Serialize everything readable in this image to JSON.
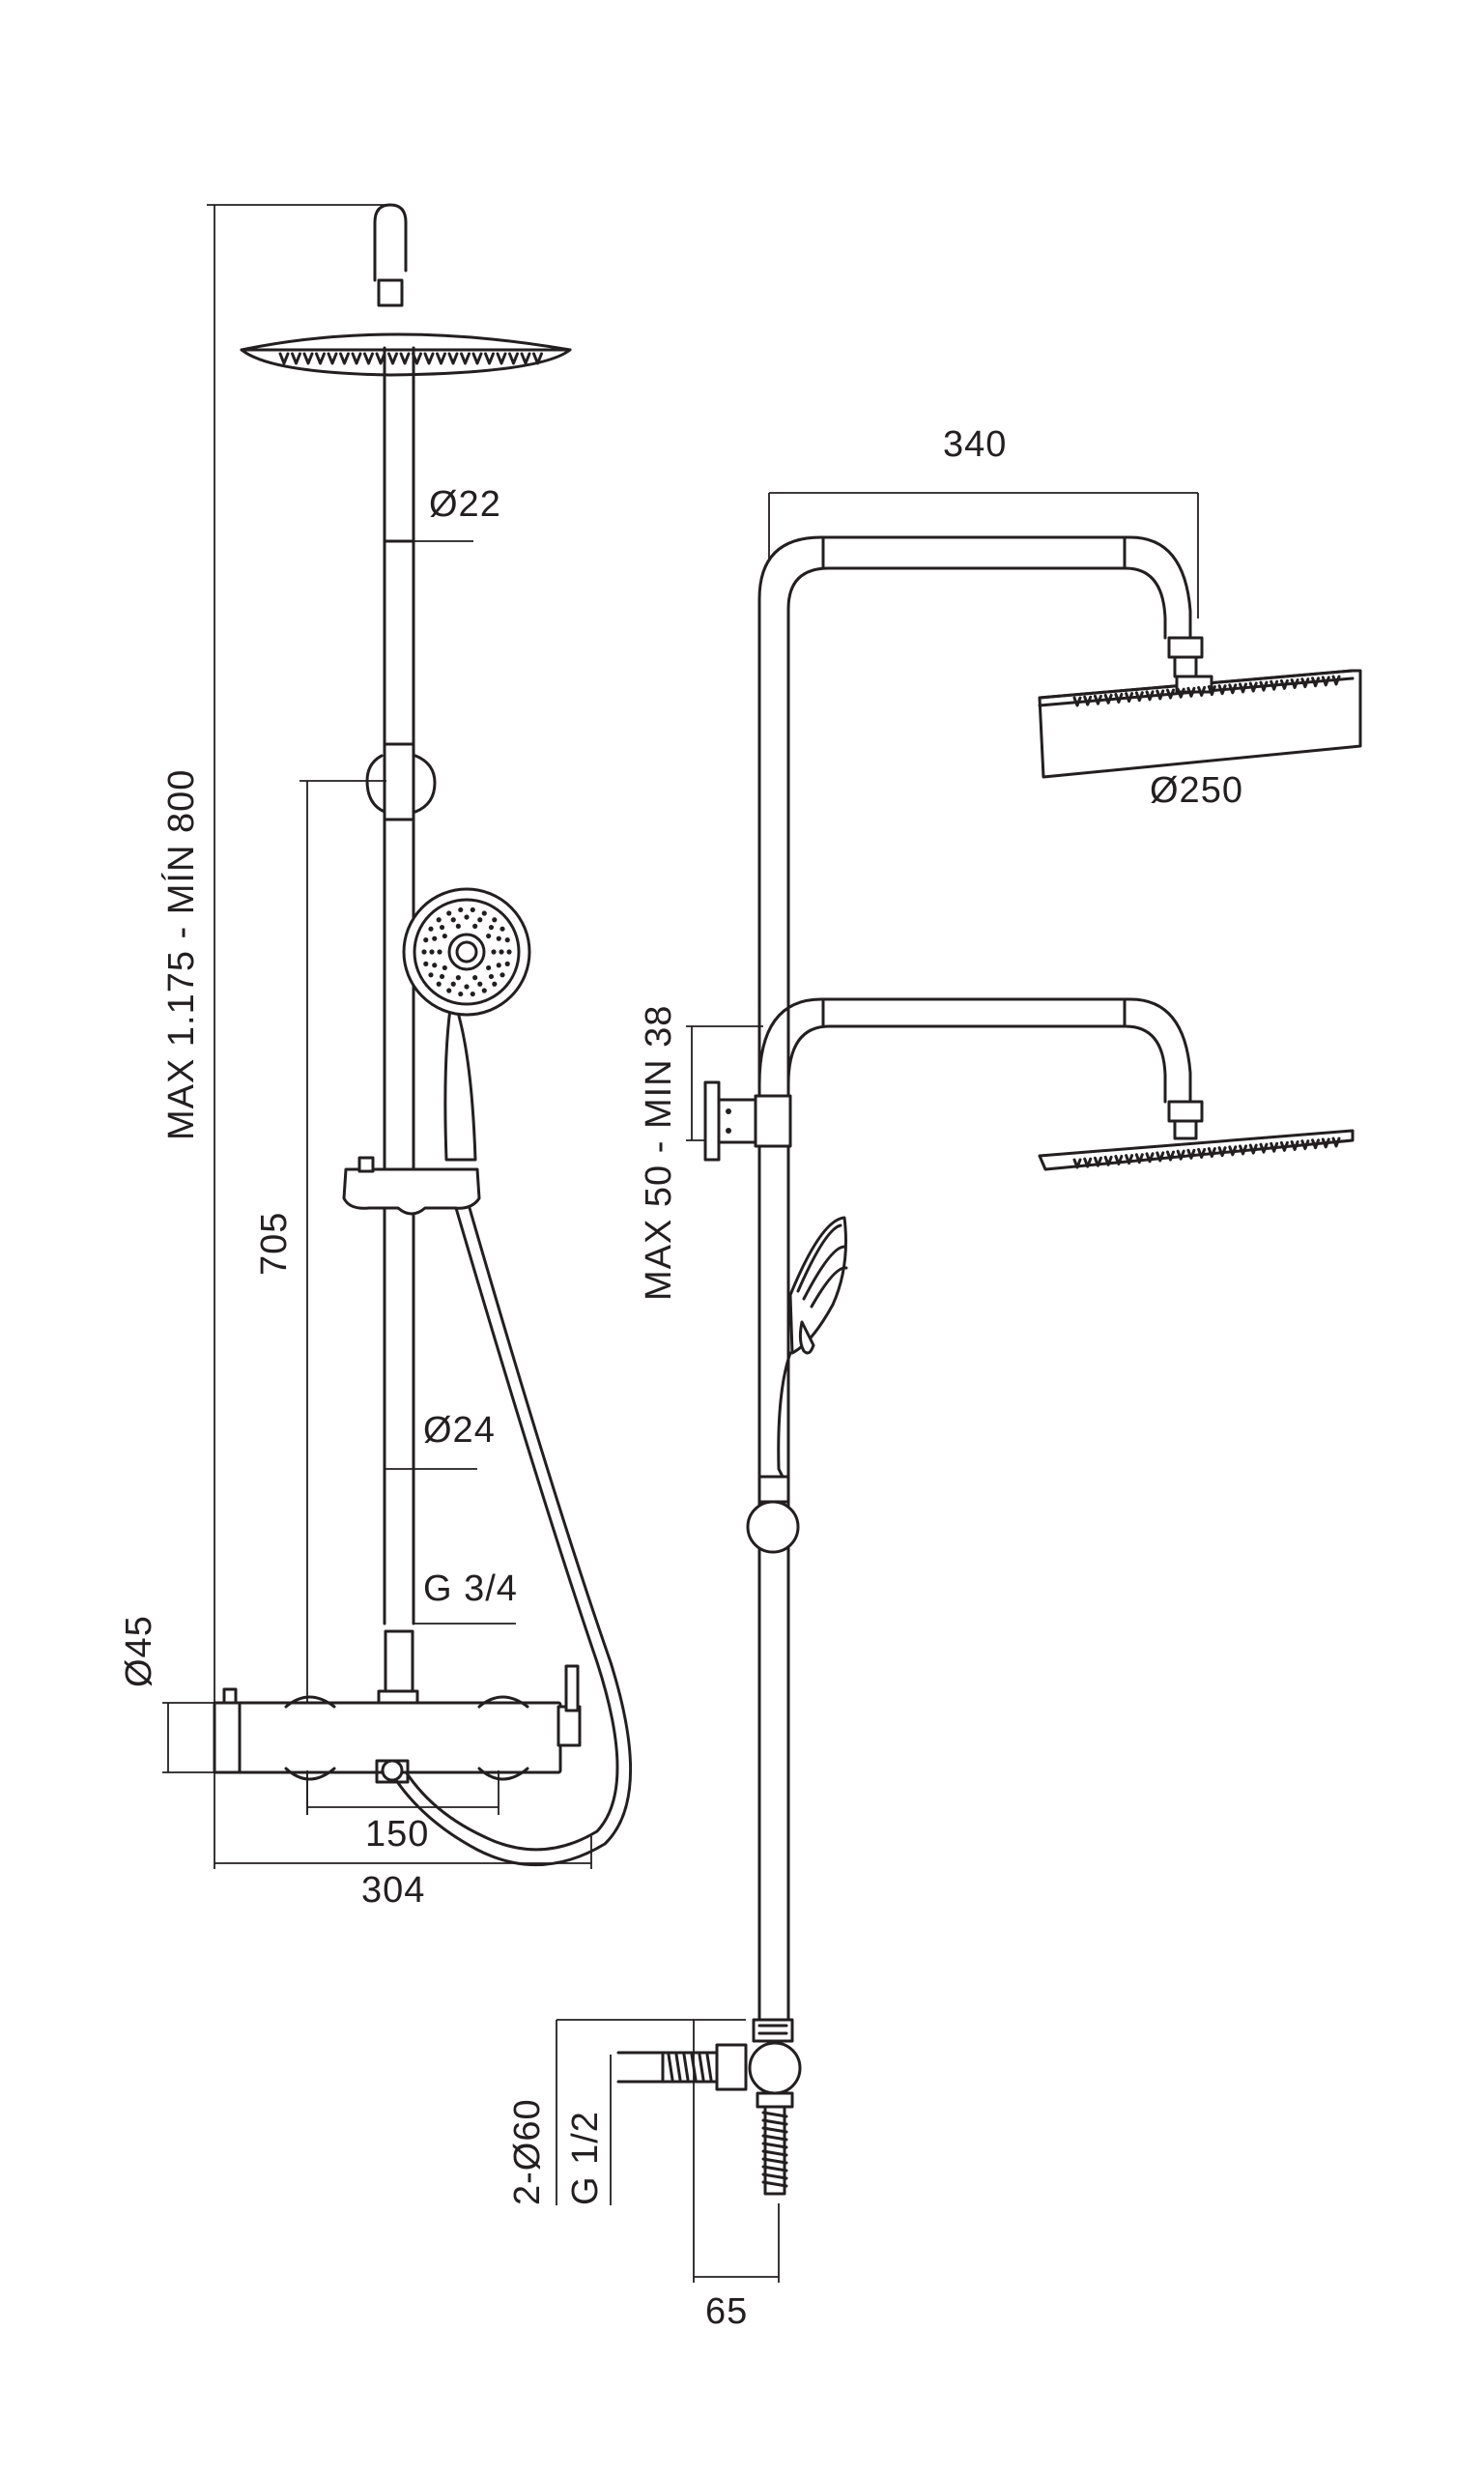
{
  "labels": {
    "height_range": "MAX 1.175 - MÍN 800",
    "bar_diameter_top": "Ø22",
    "bar_diameter_bottom": "Ø24",
    "slide_height": "705",
    "outlet_thread": "G 3/4",
    "mixer_diameter": "Ø45",
    "inlet_spacing": "150",
    "mixer_width": "304",
    "arm_length": "340",
    "head_diameter": "Ø250",
    "arm_adjust": "MAX 50 - MIN 38",
    "escutcheon": "2-Ø60",
    "inlet_thread": "G 1/2",
    "wall_offset": "65"
  }
}
